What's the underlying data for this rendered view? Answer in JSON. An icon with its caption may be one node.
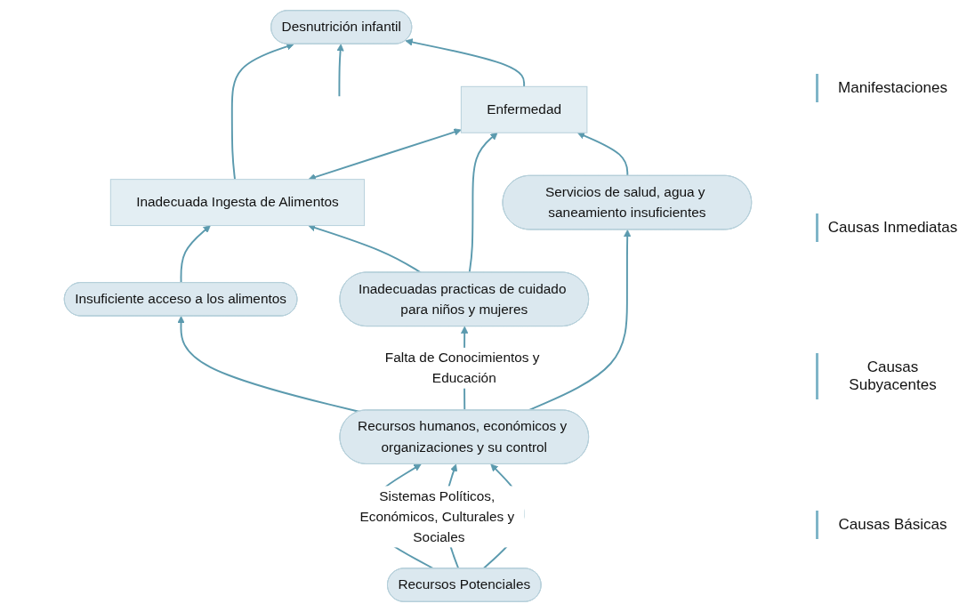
{
  "diagram": {
    "nodes": [
      {
        "text": [
          "Desnutrición infantil"
        ]
      },
      {
        "text": [
          "Inadecuada Ingesta de Alimentos"
        ]
      },
      {
        "text": [
          "Enfermedad"
        ]
      },
      {
        "text": [
          "Insuficiente acceso a los alimentos"
        ]
      },
      {
        "text": [
          "Inadecuadas practicas de cuidado para niños y mujeres"
        ]
      },
      {
        "text": [
          "Servicios de salud, agua y saneamiento insuficientes"
        ]
      },
      {
        "text": [
          "Recursos humanos, económicos y organizaciones y su control"
        ]
      },
      {
        "text": [
          "Recursos Potenciales"
        ]
      }
    ],
    "edges": [
      {
        "from": 1,
        "to": 0,
        "arrow": "to"
      },
      {
        "from": null,
        "to": 0,
        "arrow": "to"
      },
      {
        "from": 2,
        "to": 0,
        "arrow": "to"
      },
      {
        "from": 1,
        "to": 2,
        "arrow": "both"
      },
      {
        "from": 3,
        "to": 1,
        "arrow": "to"
      },
      {
        "from": 4,
        "to": 1,
        "arrow": "to"
      },
      {
        "from": 4,
        "to": 2,
        "arrow": "to"
      },
      {
        "from": 5,
        "to": 2,
        "arrow": "to"
      },
      {
        "from": 6,
        "to": 3,
        "arrow": "to"
      },
      {
        "from": 6,
        "to": 4,
        "arrow": "to",
        "label": "Falta de Conocimientos y Educación"
      },
      {
        "from": 6,
        "to": 5,
        "arrow": "to"
      },
      {
        "from": 7,
        "to": 6,
        "arrow": "to"
      },
      {
        "from": 7,
        "to": 6,
        "arrow": "to",
        "label": "Sistemas Políticos, Económicos, Culturales y Sociales"
      },
      {
        "from": 7,
        "to": 6,
        "arrow": "to"
      }
    ],
    "labels": [
      "Manifestaciones",
      "Causas Inmediatas",
      "Causas Subyacentes",
      "Causas Básicas"
    ]
  }
}
